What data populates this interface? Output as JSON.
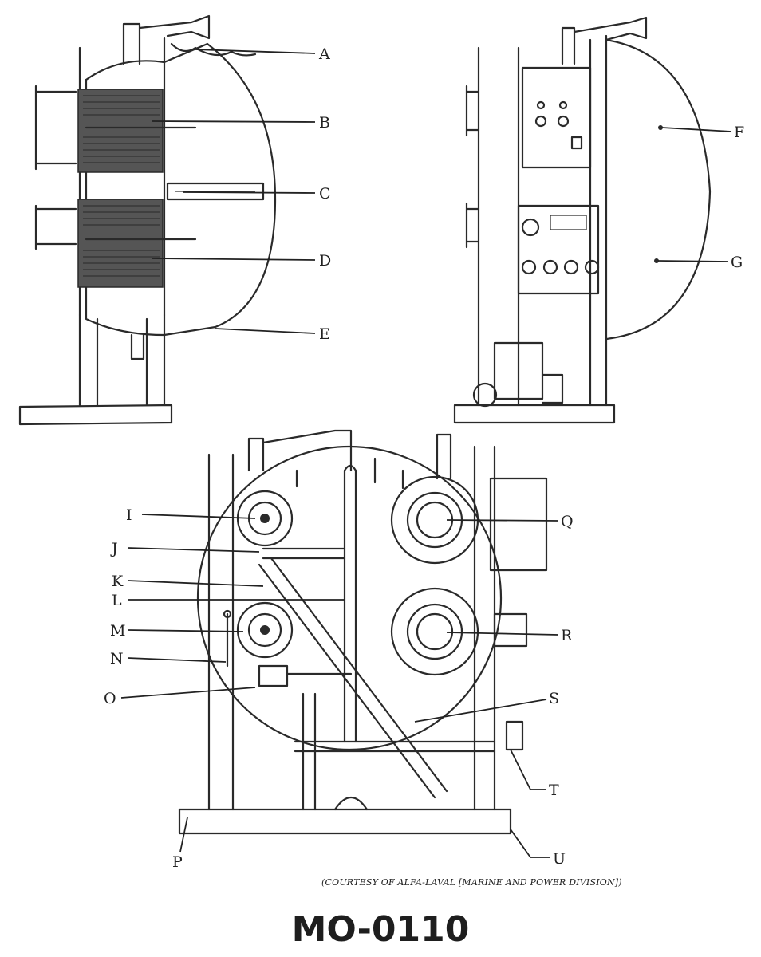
{
  "labels": {
    "A": "A",
    "B": "B",
    "C": "C",
    "D": "D",
    "E": "E",
    "F": "F",
    "G": "G",
    "I": "I",
    "J": "J",
    "K": "K",
    "L": "L",
    "M": "M",
    "N": "N",
    "O": "O",
    "P": "P",
    "Q": "Q",
    "R": "R",
    "S": "S",
    "T": "T",
    "U": "U"
  },
  "credit": "(COURTESY OF ALFA-LAVAL [MARINE AND POWER DIVISION])",
  "code": "MO-0110"
}
